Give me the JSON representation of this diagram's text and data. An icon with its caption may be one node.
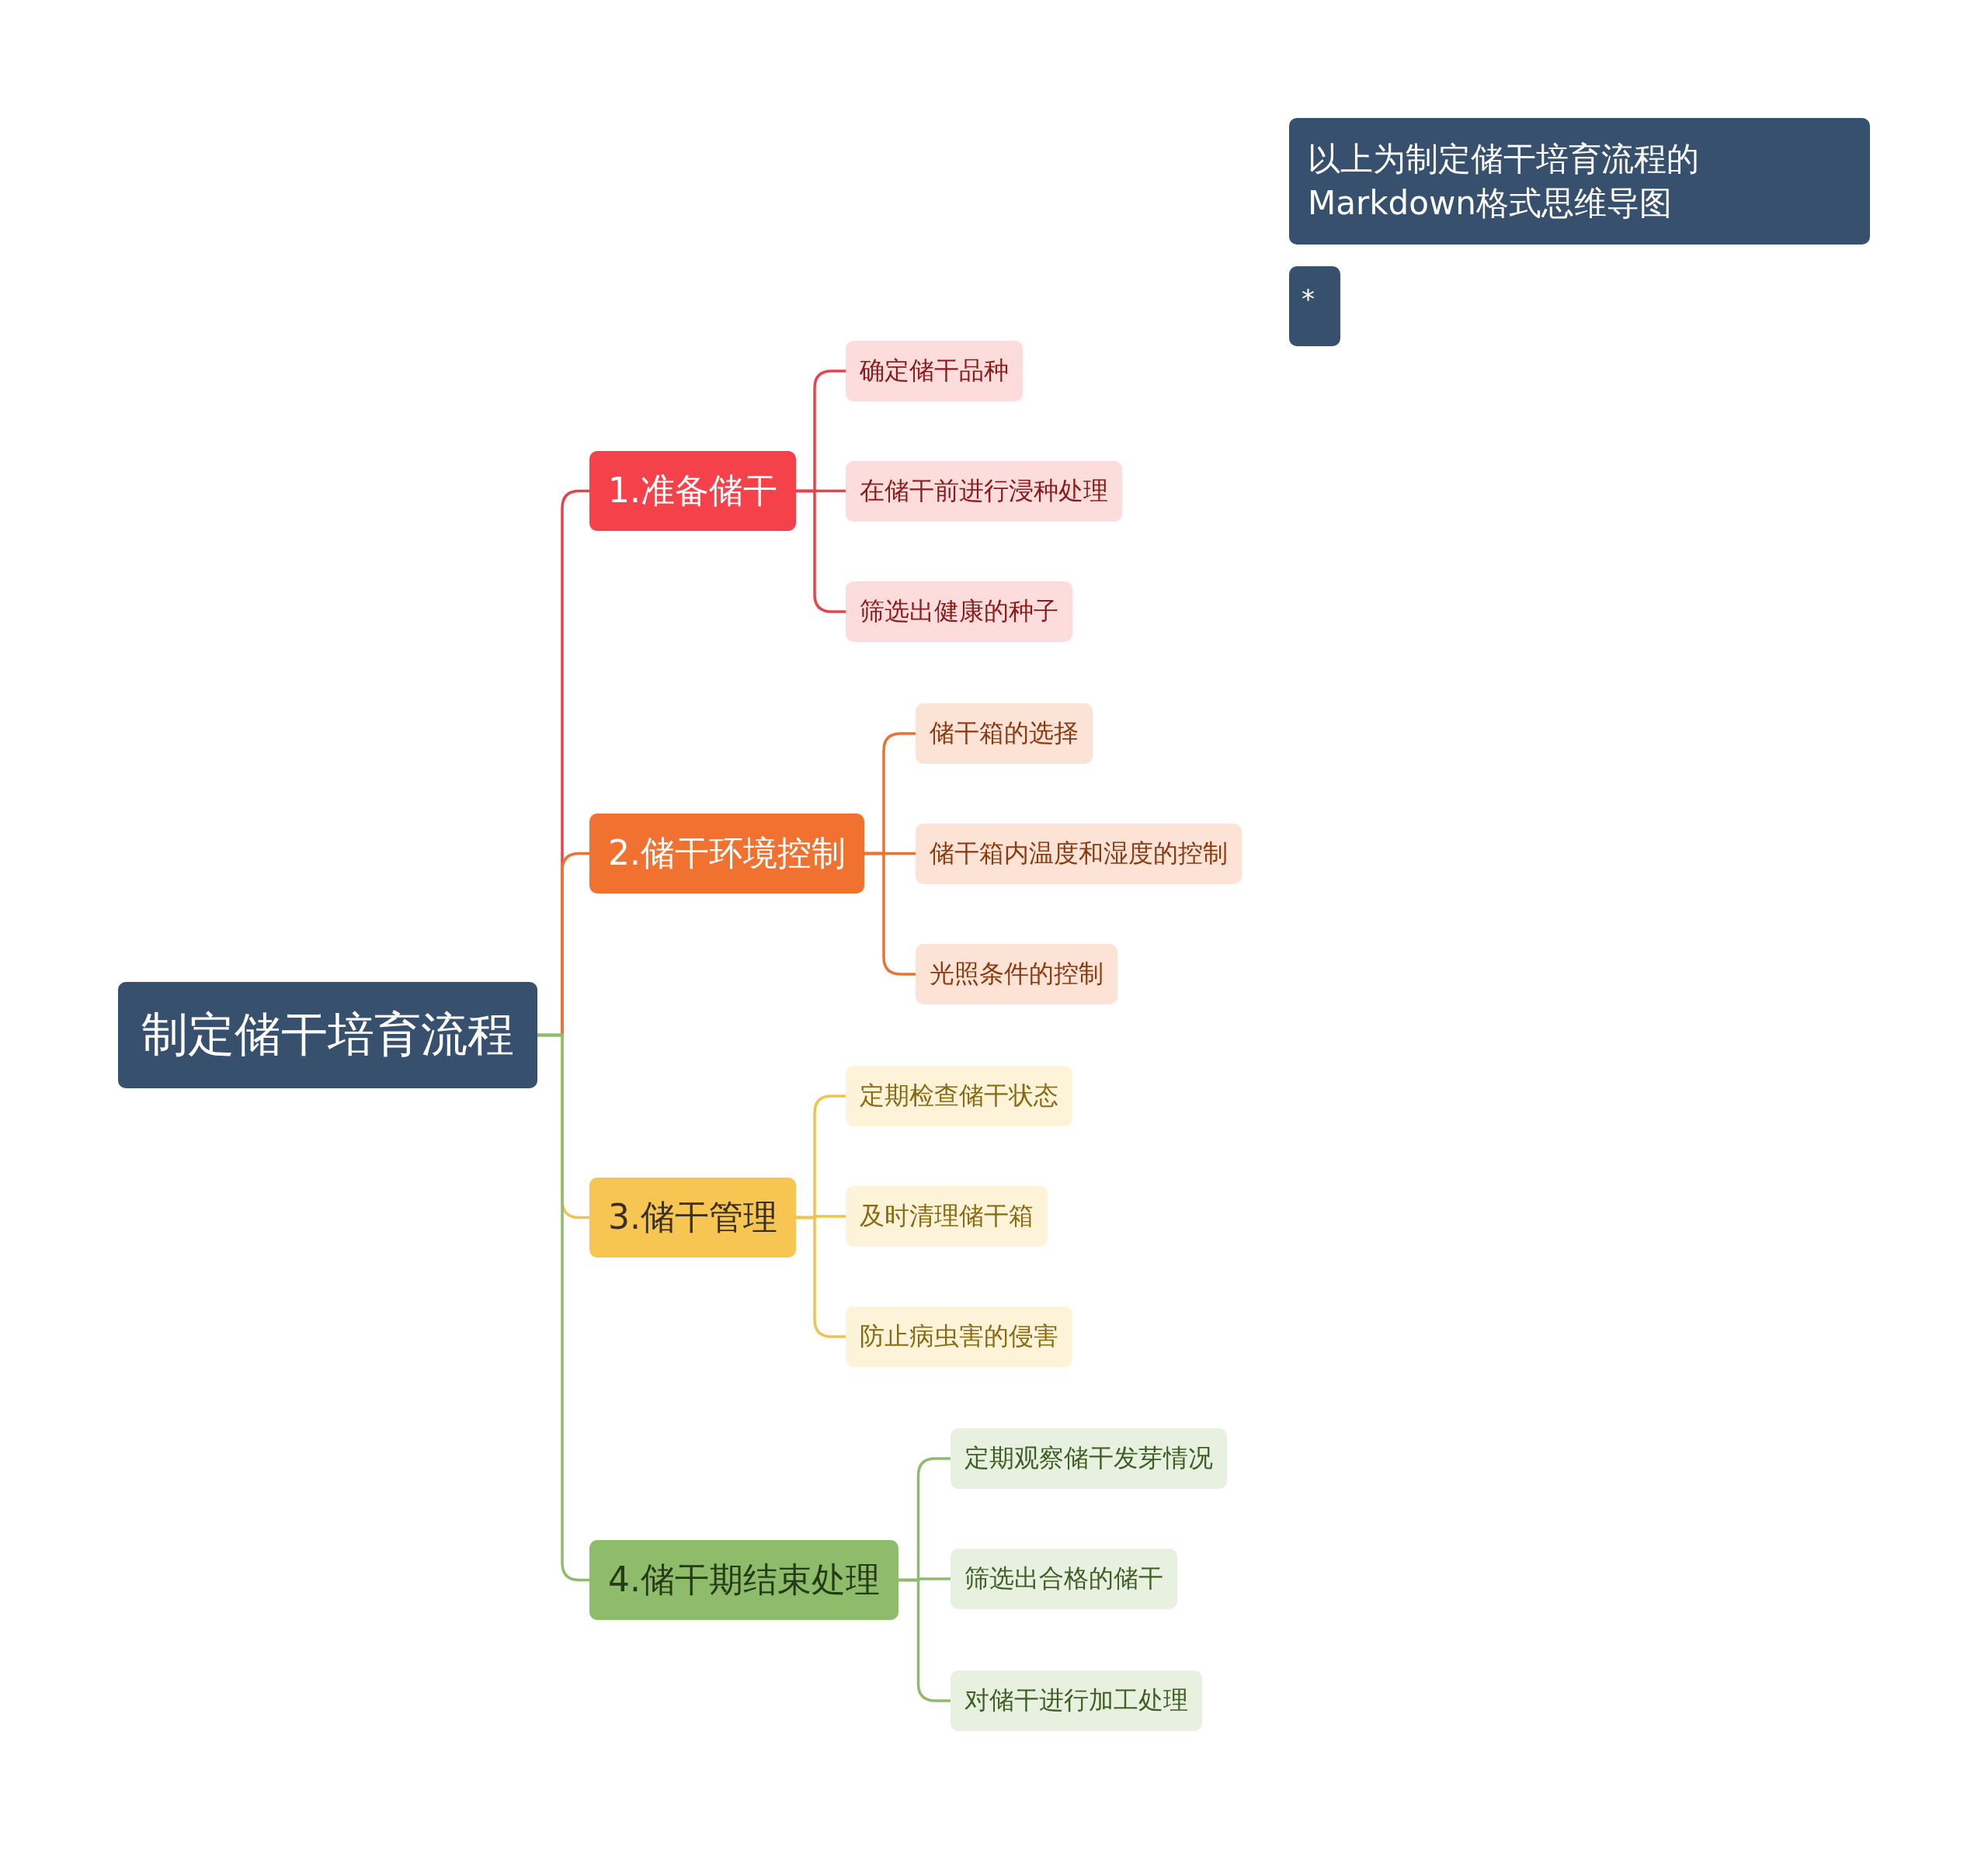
{
  "diagram": {
    "nodes": [
      {
        "text": [
          "制定储干培育流程"
        ]
      },
      {
        "text": [
          "1.准备储干"
        ]
      },
      {
        "text": [
          "确定储干品种"
        ]
      },
      {
        "text": [
          "在储干前进行浸种处理"
        ]
      },
      {
        "text": [
          "筛选出健康的种子"
        ]
      },
      {
        "text": [
          "2.储干环境控制"
        ]
      },
      {
        "text": [
          "储干箱的选择"
        ]
      },
      {
        "text": [
          "储干箱内温度和湿度的控制"
        ]
      },
      {
        "text": [
          "光照条件的控制"
        ]
      },
      {
        "text": [
          "3.储干管理"
        ]
      },
      {
        "text": [
          "定期检查储干状态"
        ]
      },
      {
        "text": [
          "及时清理储干箱"
        ]
      },
      {
        "text": [
          "防止病虫害的侵害"
        ]
      },
      {
        "text": [
          "4.储干期结束处理"
        ]
      },
      {
        "text": [
          "定期观察储干发芽情况"
        ]
      },
      {
        "text": [
          "筛选出合格的储干"
        ]
      },
      {
        "text": [
          "对储干进行加工处理"
        ]
      },
      {
        "text": [
          "以上为制定储干培育流程的Markdown格式思维导图"
        ]
      },
      {
        "text": [
          "*"
        ]
      }
    ],
    "edges": [
      {
        "from": 0,
        "to": 1,
        "arrow": "none",
        "color": "#e8434a"
      },
      {
        "from": 1,
        "to": 2,
        "arrow": "none",
        "color": "#e8434a"
      },
      {
        "from": 1,
        "to": 3,
        "arrow": "none",
        "color": "#e8434a"
      },
      {
        "from": 1,
        "to": 4,
        "arrow": "none",
        "color": "#e8434a"
      },
      {
        "from": 0,
        "to": 5,
        "arrow": "none",
        "color": "#ec7232"
      },
      {
        "from": 5,
        "to": 6,
        "arrow": "none",
        "color": "#ec7232"
      },
      {
        "from": 5,
        "to": 7,
        "arrow": "none",
        "color": "#ec7232"
      },
      {
        "from": 5,
        "to": 8,
        "arrow": "none",
        "color": "#ec7232"
      },
      {
        "from": 0,
        "to": 9,
        "arrow": "none",
        "color": "#f3c24e"
      },
      {
        "from": 9,
        "to": 10,
        "arrow": "none",
        "color": "#f3c24e"
      },
      {
        "from": 9,
        "to": 11,
        "arrow": "none",
        "color": "#f3c24e"
      },
      {
        "from": 9,
        "to": 12,
        "arrow": "none",
        "color": "#f3c24e"
      },
      {
        "from": 0,
        "to": 13,
        "arrow": "none",
        "color": "#8fbc6a"
      },
      {
        "from": 13,
        "to": 14,
        "arrow": "none",
        "color": "#8fbc6a"
      },
      {
        "from": 13,
        "to": 15,
        "arrow": "none",
        "color": "#8fbc6a"
      },
      {
        "from": 13,
        "to": 16,
        "arrow": "none",
        "color": "#8fbc6a"
      }
    ]
  }
}
